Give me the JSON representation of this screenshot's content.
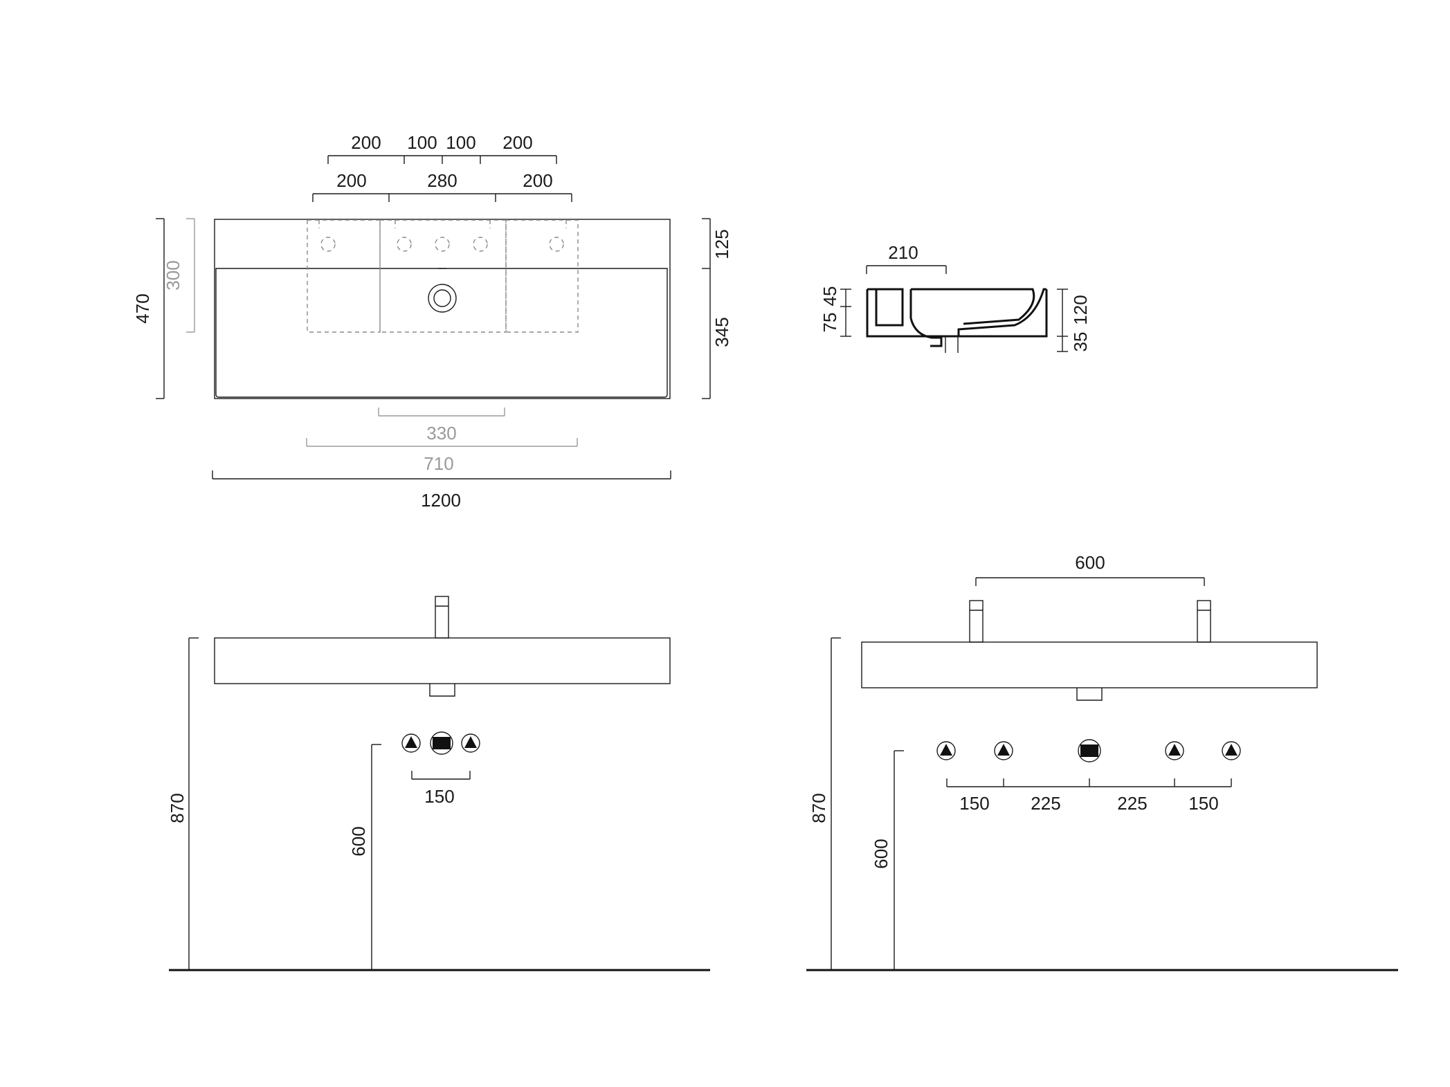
{
  "plan_view": {
    "top_dims": [
      "200",
      "100",
      "100",
      "200"
    ],
    "second_dims": [
      "200",
      "280",
      "200"
    ],
    "left_outer": "470",
    "left_inner": "300",
    "right_top": "125",
    "right_bottom": "345",
    "bottom_330": "330",
    "bottom_710": "710",
    "bottom_1200": "1200"
  },
  "section_view": {
    "width": "210",
    "left_upper": "45",
    "left_lower": "75",
    "right_height": "120",
    "right_lower": "35"
  },
  "elevation_single": {
    "height_basin": "870",
    "height_waste": "600",
    "spacing": "150"
  },
  "elevation_double": {
    "tap_spacing": "600",
    "height_basin": "870",
    "height_waste": "600",
    "spacings": [
      "150",
      "225",
      "225",
      "150"
    ]
  },
  "colors": {
    "line": "#1a1a1a",
    "grey": "#9a9a9a"
  }
}
